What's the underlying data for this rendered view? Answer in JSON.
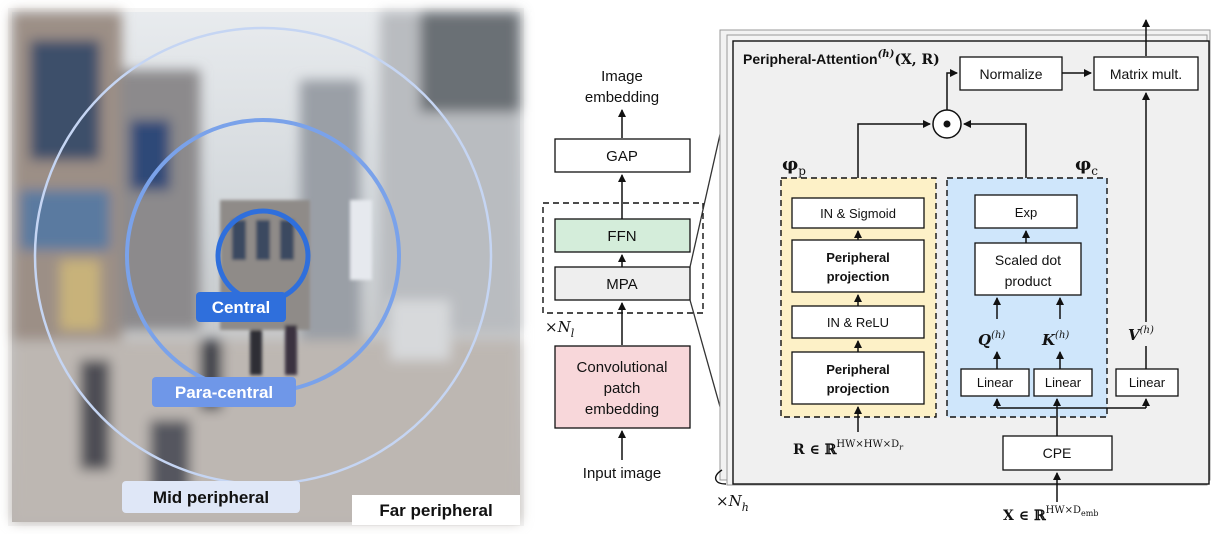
{
  "photo": {
    "central": "Central",
    "para_central": "Para-central",
    "mid_peripheral": "Mid peripheral",
    "far_peripheral": "Far peripheral",
    "colors": {
      "central": "#2f6fdc",
      "para_central": "#6f97e8",
      "mid_peripheral": "#c5d5f3",
      "ring": "#7aa2ea"
    }
  },
  "pipeline": {
    "output_label_line1": "Image",
    "output_label_line2": "embedding",
    "gap": "GAP",
    "ffn": "FFN",
    "mpa": "MPA",
    "repeat_layers": "×N",
    "repeat_layers_sub": "l",
    "patch_line1": "Convolutional",
    "patch_line2": "patch",
    "patch_line3": "embedding",
    "input_label": "Input image",
    "colors": {
      "ffn": "#d4edda",
      "mpa": "#eeeeee",
      "patch": "#f8d7da"
    }
  },
  "attention": {
    "title": "Peripheral-Attention",
    "title_sup": "(h)",
    "title_args": "(X, R)",
    "normalize": "Normalize",
    "matmul": "Matrix mult.",
    "hadamard": "⊙",
    "phi_p": "φ",
    "phi_p_sub": "p",
    "phi_c": "φ",
    "phi_c_sub": "c",
    "in_sigmoid": "IN & Sigmoid",
    "periph_proj_1a": "Peripheral",
    "periph_proj_1b": "projection",
    "in_relu": "IN & ReLU",
    "periph_proj_2a": "Peripheral",
    "periph_proj_2b": "projection",
    "exp": "Exp",
    "scaled_dot_1": "Scaled dot",
    "scaled_dot_2": "product",
    "q": "Q",
    "k": "K",
    "v": "V",
    "head_sup": "(h)",
    "linear_q": "Linear",
    "linear_k": "Linear",
    "linear_v": "Linear",
    "cpe": "CPE",
    "r_input": "R ∈ ℝ",
    "r_sup": "HW×HW×D",
    "r_sup_sub": "r",
    "x_input": "X ∈ ℝ",
    "x_sup": "HW×D",
    "x_sup_sub": "emb",
    "repeat_heads": "×N",
    "repeat_heads_sub": "h",
    "colors": {
      "phi_p_bg": "#fdf1c7",
      "phi_c_bg": "#cfe6fb",
      "panel_bg": "#f0f0f0"
    }
  }
}
